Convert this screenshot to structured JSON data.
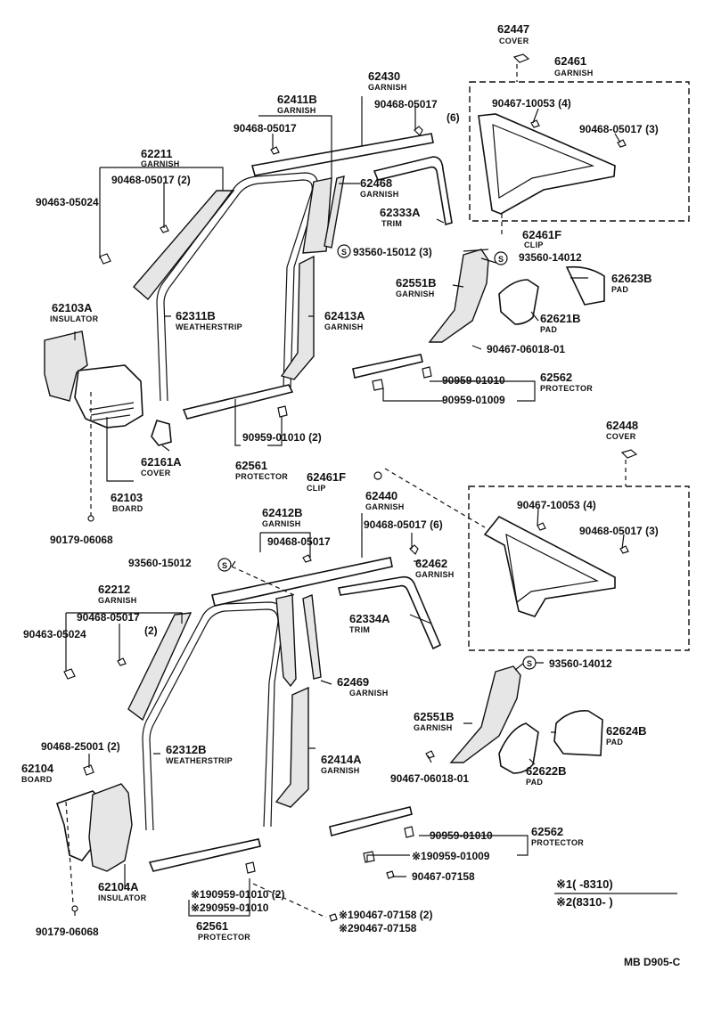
{
  "labels": {
    "c62447": "62447",
    "c62447n": "COVER",
    "c62461": "62461",
    "c62461n": "GARNISH",
    "c62430": "62430",
    "c62430n": "GARNISH",
    "c62411b": "62411B",
    "c62411bn": "GARNISH",
    "c90468_t1": "90468-05017",
    "c90468_t2": "90468-05017",
    "c90468_t2q": "(6)",
    "c90467_t": "90467-10053 (4)",
    "c90468_t3": "90468-05017 (3)",
    "c62211": "62211",
    "c62211n": "GARNISH",
    "c90468_t4": "90468-05017 (2)",
    "c90463_t": "90463-05024",
    "c62468": "62468",
    "c62468n": "GARNISH",
    "c62333a": "62333A",
    "c62333an": "TRIM",
    "c62461f_t": "62461F",
    "c62461f_tn": "CLIP",
    "c93560_t1": "93560-15012 (3)",
    "c93560_t2": "93560-14012",
    "c62551b_t": "62551B",
    "c62551b_tn": "GARNISH",
    "c62623b": "62623B",
    "c62623bn": "PAD",
    "c62103a": "62103A",
    "c62103an": "INSULATOR",
    "c62311b": "62311B",
    "c62311bn": "WEATHERSTRIP",
    "c62413a": "62413A",
    "c62413an": "GARNISH",
    "c62621b": "62621B",
    "c62621bn": "PAD",
    "c90467_06018_t": "90467-06018-01",
    "c90959_t1": "90959-01010",
    "c62562_t": "62562",
    "c62562_tn": "PROTECTOR",
    "c90959_t2": "90959-01009",
    "c90959_t3": "90959-01010 (2)",
    "c62161a": "62161A",
    "c62161an": "COVER",
    "c62561_t": "62561",
    "c62561_tn": "PROTECTOR",
    "c62103": "62103",
    "c62103n": "BOARD",
    "c62448": "62448",
    "c62448n": "COVER",
    "c62461f_b": "62461F",
    "c62461f_bn": "CLIP",
    "c62440": "62440",
    "c62440n": "GARNISH",
    "c90467_b": "90467-10053 (4)",
    "c62412b": "62412B",
    "c62412bn": "GARNISH",
    "c90468_b1": "90468-05017",
    "c90468_b2": "90468-05017 (6)",
    "c90468_b3": "90468-05017 (3)",
    "c90179_t": "90179-06068",
    "c93560_b1": "93560-15012",
    "c62462": "62462",
    "c62462n": "GARNISH",
    "c62212": "62212",
    "c62212n": "GARNISH",
    "c90468_b4": "90468-05017",
    "c90468_b4q": "(2)",
    "c90463_b": "90463-05024",
    "c62334a": "62334A",
    "c62334an": "TRIM",
    "c62469": "62469",
    "c62469n": "GARNISH",
    "c93560_b2": "93560-14012",
    "c90468_25001": "90468-25001 (2)",
    "c62312b": "62312B",
    "c62312bn": "WEATHERSTRIP",
    "c62414a": "62414A",
    "c62414an": "GARNISH",
    "c62551b_b": "62551B",
    "c62551b_bn": "GARNISH",
    "c62624b": "62624B",
    "c62624bn": "PAD",
    "c62104": "62104",
    "c62104n": "BOARD",
    "c90467_06018_b": "90467-06018-01",
    "c62622b": "62622B",
    "c62622bn": "PAD",
    "c90959_b1": "90959-01010",
    "c62562_b": "62562",
    "c62562_bn": "PROTECTOR",
    "c90959_b2": "※190959-01009",
    "c90467_07158": "90467-07158",
    "c62104a": "62104A",
    "c62104an": "INSULATOR",
    "c90959_b3": "※190959-01010 (2)",
    "c90959_b4": "※290959-01010",
    "c90467_b5": "※190467-07158 (2)",
    "c90467_b6": "※290467-07158",
    "c62561_b": "62561",
    "c62561_bn": "PROTECTOR",
    "c90179_b": "90179-06068",
    "legend1": "※1(        -8310)",
    "legend2": "※2(8310-        )",
    "code": "MB D905-C"
  }
}
